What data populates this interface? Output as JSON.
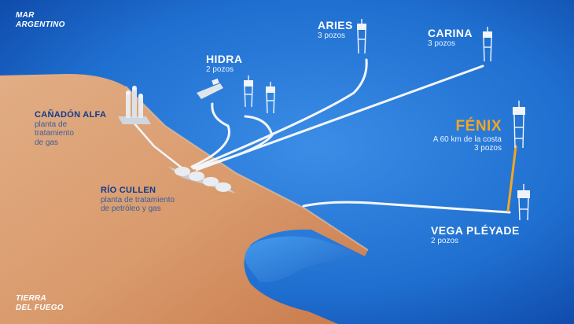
{
  "regions": {
    "sea": [
      "MAR",
      "ARGENTINO"
    ],
    "land": [
      "TIERRA",
      "DEL FUEGO"
    ]
  },
  "fields": {
    "aries": {
      "name": "ARIES",
      "detail": "3 pozos"
    },
    "carina": {
      "name": "CARINA",
      "detail": "3 pozos"
    },
    "hidra": {
      "name": "HIDRA",
      "detail": "2 pozos"
    },
    "fenix": {
      "name": "FÉNIX",
      "detail_1": "A 60 km de la costa",
      "detail_2": "3 pozos"
    },
    "vega_pleyade": {
      "name": "VEGA PLÉYADE",
      "detail": "2 pozos"
    }
  },
  "plants": {
    "canadon_alfa": {
      "name": "CAÑADÓN ALFA",
      "desc": [
        "planta de",
        "tratamiento",
        "de gas"
      ]
    },
    "rio_cullen": {
      "name": "RÍO CULLEN",
      "desc": [
        "planta de tratamiento",
        "de petróleo y gas"
      ]
    }
  },
  "colors": {
    "sea": "#1f6fd0",
    "land": "#dca27a",
    "pipeline": "#f2f6fb",
    "fenix_accent": "#f4a623",
    "plant_label": "#0f3b8c"
  },
  "icons": [
    "offshore-platform-icon",
    "tanker-ship-icon",
    "gas-plant-icon",
    "storage-tanks-icon"
  ]
}
